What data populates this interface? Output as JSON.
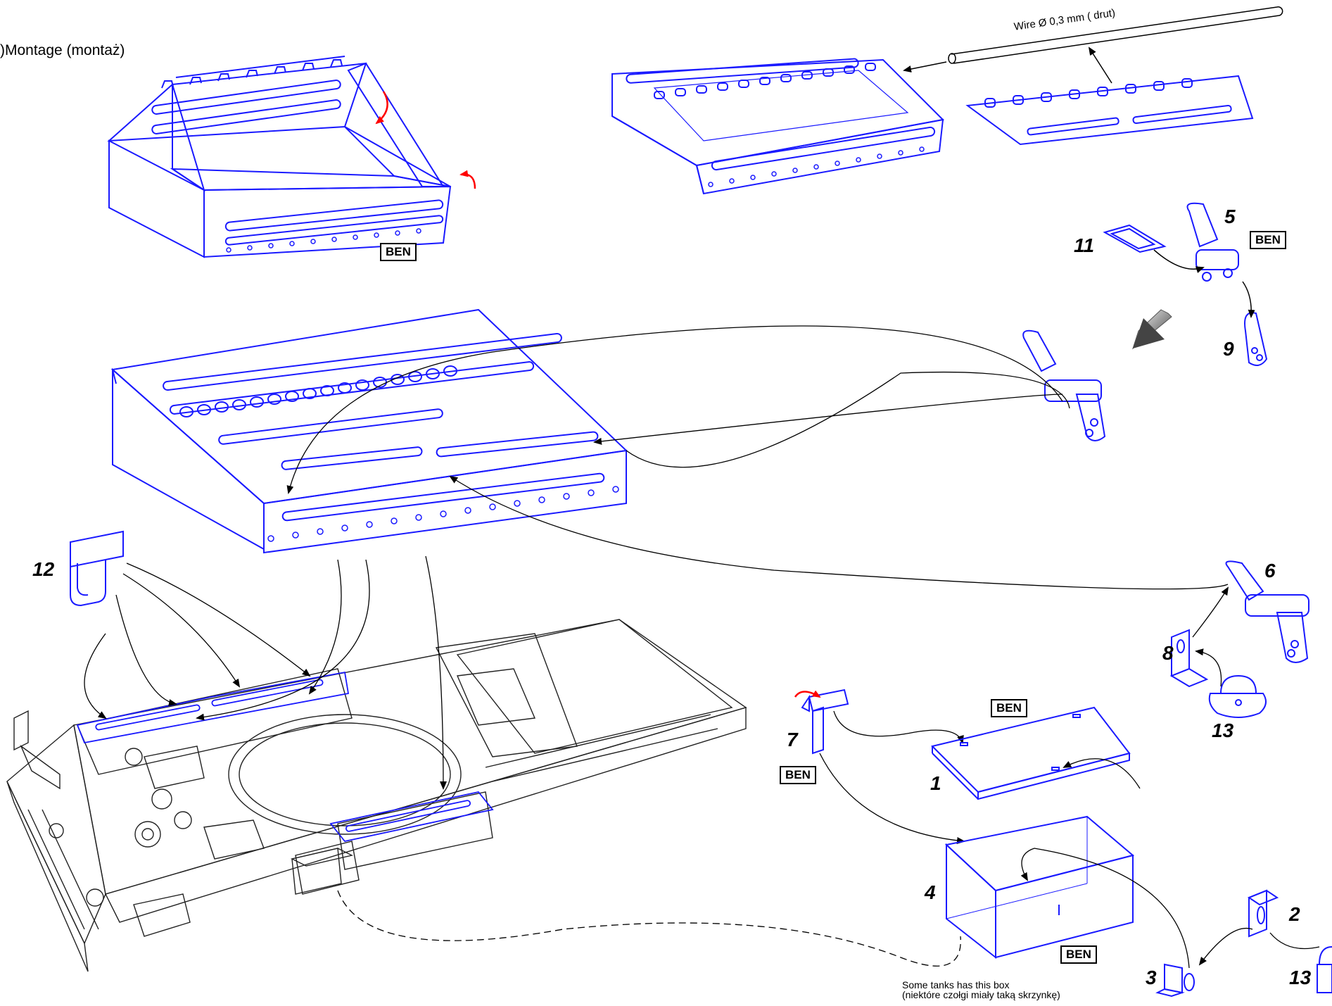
{
  "title": ")Montage (montaż)",
  "wire_label": "Wire Ø 0,3 mm ( drut)",
  "ben_tag": "BEN",
  "note_line1": "Some tanks has this box",
  "note_line2": "(niektóre czołgi miały taką skrzynkę)",
  "parts": [
    "1",
    "2",
    "3",
    "4",
    "5",
    "6",
    "7",
    "8",
    "9",
    "11",
    "12",
    "13",
    "13"
  ],
  "colors": {
    "part_line": "#1a1aff",
    "arrow": "#000000",
    "fold_arrow": "#ff0000",
    "hull": "#222222"
  }
}
